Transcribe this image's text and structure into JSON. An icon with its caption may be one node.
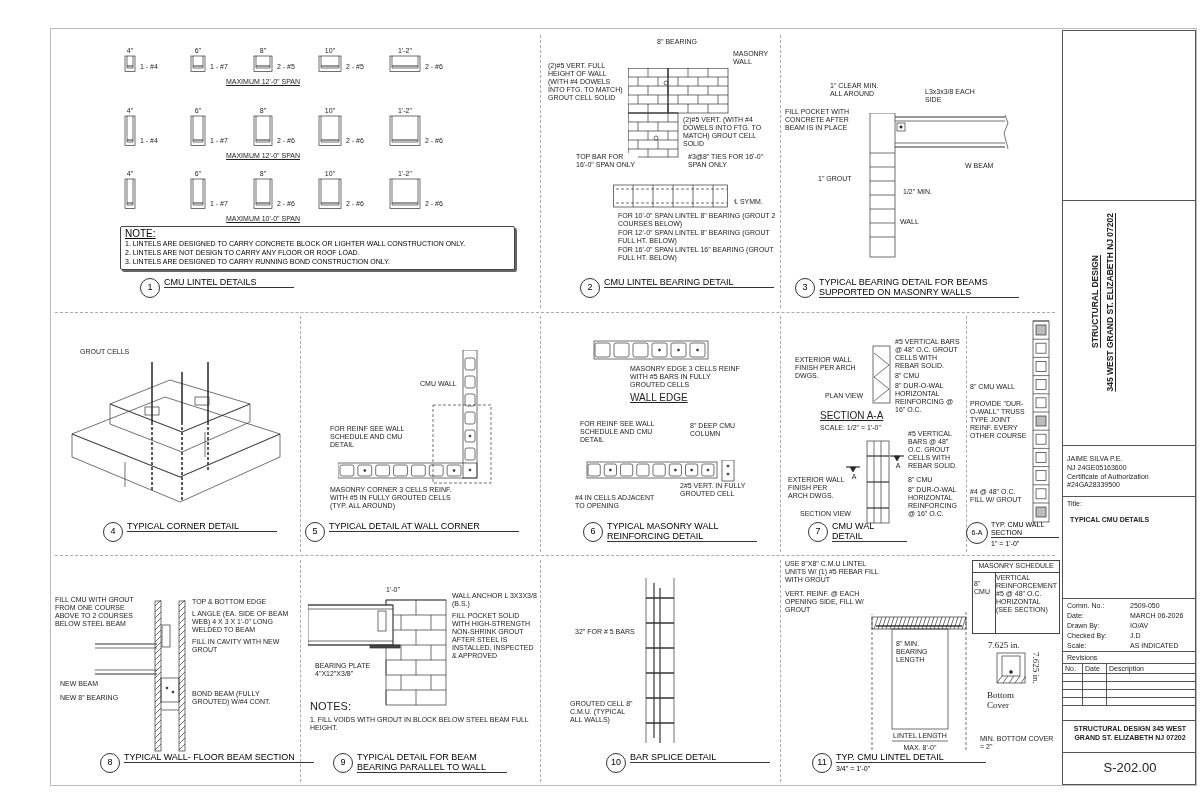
{
  "diagram": {
    "nodes": [
      {
        "text": [
          "NOTE:",
          "1. LINTELS ARE DESIGNED TO CARRY CONCRETE BLOCK OR LIGHTER WALL CONSTRUCTION ONLY.",
          "2. LINTELS ARE NOT DESIGN TO CARRY ANY FLOOR OR ROOF LOAD.",
          "3. LINTELS ARE DESIGNED TO CARRY RUNNING BOND CONSTRUCTION ONLY."
        ]
      },
      {
        "text": [
          "1"
        ],
        "beside": [
          "CMU LINTEL DETAILS"
        ]
      },
      {
        "text": [
          "2"
        ],
        "beside": [
          "CMU LINTEL BEARING DETAIL"
        ]
      },
      {
        "text": [
          "3"
        ],
        "beside": [
          "TYPICAL BEARING DETAIL FOR BEAMS SUPPORTED ON MASONRY WALLS"
        ]
      },
      {
        "text": [
          "4"
        ],
        "beside": [
          "TYPICAL CORNER DETAIL"
        ]
      },
      {
        "text": [
          "5"
        ],
        "beside": [
          "TYPICAL DETAIL AT WALL CORNER"
        ]
      },
      {
        "text": [
          "6"
        ],
        "beside": [
          "TYPICAL MASONRY WALL REINFORCING DETAIL"
        ]
      },
      {
        "text": [
          "7"
        ],
        "beside": [
          "CMU WAL DETAIL"
        ]
      },
      {
        "text": [
          "6-A"
        ],
        "beside": [
          "TYP. CMU WALL SECTION",
          "1\" = 1'-0\""
        ]
      },
      {
        "text": [
          "8"
        ],
        "beside": [
          "TYPICAL WALL- FLOOR BEAM SECTION"
        ]
      },
      {
        "text": [
          "9"
        ],
        "beside": [
          "TYPICAL DETAIL FOR BEAM BEARING PARALLEL TO WALL"
        ]
      },
      {
        "text": [
          "10"
        ],
        "beside": [
          "BAR SPLICE DETAIL"
        ]
      },
      {
        "text": [
          "11"
        ],
        "beside": [
          "TYP. CMU LINTEL DETAIL",
          "3/4\" = 1'-0\""
        ]
      }
    ],
    "labels": [
      "4\"",
      "6\"",
      "8\"",
      "10\"",
      "1'-2\"",
      "1 - #4",
      "1 - #7",
      "2 - #5",
      "2 - #5",
      "2 - #6",
      "MAXIMUM 12'-0\" SPAN",
      "4\"",
      "6\"",
      "8\"",
      "10\"",
      "1'-2\"",
      "1 - #4",
      "1 - #7",
      "2 - #6",
      "2 - #6",
      "2 - #6",
      "MAXIMUM 12'-0\" SPAN",
      "4\"",
      "6\"",
      "8\"",
      "10\"",
      "1'-2\"",
      "1 - #7",
      "2 - #6",
      "2 - #6",
      "2 - #6",
      "MAXIMUM 10'-0\" SPAN",
      "8\" BEARING",
      "MASONRY WALL",
      "(2)#5 VERT. FULL HEIGHT OF WALL (WITH #4 DOWELS INTO FTG. TO MATCH) GROUT CELL SOLID",
      "(2)#5 VERT. (WITH #4 DOWELS INTO FTG. TO MATCH) GROUT CELL SOLID",
      "TOP BAR FOR 16'-0\" SPAN ONLY",
      "#3@8\" TIES FOR 16'-0\" SPAN ONLY",
      "℄ SYMM.",
      "FOR 10'-0\" SPAN LINTEL 8\" BEARING (GROUT 2 COURSES BELOW)",
      "FOR 12'-0\" SPAN LINTEL 8\" BEARING (GROUT FULL HT. BELOW)",
      "FOR 16'-0\" SPAN LINTEL 16\" BEARING (GROUT FULL HT. BELOW)",
      "1\" CLEAR MIN. ALL AROUND",
      "L3x3x3/8 EACH SIDE",
      "FILL POCKET WITH CONCRETE AFTER BEAM IS IN PLACE",
      "W BEAM",
      "1\" GROUT",
      "1/2\" MIN.",
      "WALL",
      "GROUT CELLS",
      "CMU WALL",
      "FOR REINF SEE WALL SCHEDULE AND CMU DETAIL",
      "MASONRY CORNER 3 CELLS REINF. WITH #5 IN FULLY GROUTED CELLS (TYP. ALL AROUND)",
      "MASONRY EDGE 3 CELLS REINF WITH #5 BARS IN FULLY GROUTED CELLS",
      "WALL EDGE",
      "FOR REINF SEE WALL SCHEDULE AND CMU DETAIL",
      "8\" DEEP CMU COLUMN",
      "2#5 VERT. IN FULLY GROUTED CELL",
      "#4 IN CELLS ADJACENT TO OPENING",
      "#5 VERTICAL BARS @ 48\" O.C. GROUT CELLS WITH REBAR SOLID.",
      "EXTERIOR WALL FINISH PER ARCH DWGS.",
      "8\" CMU",
      "8\" DUR-O-WAL HORIZONTAL REINFORCING @ 16\" O.C.",
      "PLAN VIEW",
      "SECTION A-A",
      "SCALE: 1/2\" = 1'-0\"",
      "A",
      "A",
      "#5 VERTICAL BARS @ 48\" O.C. GROUT CELLS WITH REBAR SOLID.",
      "8\" CMU",
      "EXTERIOR WALL FINISH PER ARCH DWGS.",
      "8\" DUR-O-WAL HORIZONTAL REINFORCING @ 16\" O.C.",
      "SECTION VIEW",
      "8\" CMU WALL",
      "PROVIDE \"DUR-O-WALL\" TRUSS TYPE JOINT REINF. EVERY OTHER COURSE",
      "#4 @ 48\" O.C. FILL W/ GROUT",
      "FILL CMU WITH GROUT FROM ONE COURSE ABOVE TO 2 COURSES BELOW STEEL BEAM",
      "TOP & BOTTOM EDGE",
      "L ANGLE (EA. SIDE OF BEAM WEB) 4 X 3 X 1'-0\" LONG WELDED TO BEAM",
      "FILL IN CAVITY WITH NEW GROUT",
      "NEW BEAM",
      "NEW 8\" BEARING",
      "BOND BEAM (FULLY GROUTED) W/#4 CONT.",
      "1'-0\"",
      "WALL ANCHOR L 3X3X3/8 (B.S.)",
      "FILL POCKET SOLID WITH HIGH-STRENGTH NON-SHRINK GROUT AFTER STEEL IS INSTALLED, INSPECTED & APPROVED",
      "BEARING PLATE 4\"X12\"X3/8\"",
      "NOTES:",
      "1. FILL VOIDS WITH GROUT IN BLOCK BELOW STEEL BEAM FULL HEIGHT.",
      "32\" FOR # 5 BARS",
      "GROUTED CELL 8\" C.M.U. (TYPICAL ALL WALLS)",
      "USE 8\"X8\" C.M.U LINTEL UNITS W/ (1) #5 REBAR FILL WITH GROUT",
      "VERT. REINF. @ EACH OPENING SIDE, FILL W/ GROUT",
      "8\" MIN. BEARING LENGTH",
      "LINTEL LENGTH",
      "MAX. 8'-0\"",
      "MASONRY SCHEDULE",
      "8\" CMU",
      "VERTICAL REINFORCEMENT #5 @ 48\" O.C. HORIZONTAL (SEE SECTION)",
      "7.625 in.",
      "7.625 in.",
      "Bottom Cover",
      "MIN. BOTTOM COVER = 2\"",
      "STRUCTURAL DESIGN",
      "345 WEST GRAND ST. ELIZABETH NJ 07202",
      "JAIME SILVA P.E.",
      "NJ 24GE05163600",
      "Certificate of Authorization #24GA28339500",
      "Title:",
      "TYPICAL CMU DETAILS",
      "Comm. No.:",
      "2509-050",
      "Date:",
      "MARCH 06-2026",
      "Drawn By:",
      "IO/AV",
      "Checked By:",
      "J.D",
      "Scale:",
      "AS INDICATED",
      "Revisions",
      "No.",
      "Date",
      "Description",
      "STRUCTURAL DESIGN 345 WEST GRAND ST. ELIZABETH NJ 07202",
      "S-202.00"
    ]
  }
}
